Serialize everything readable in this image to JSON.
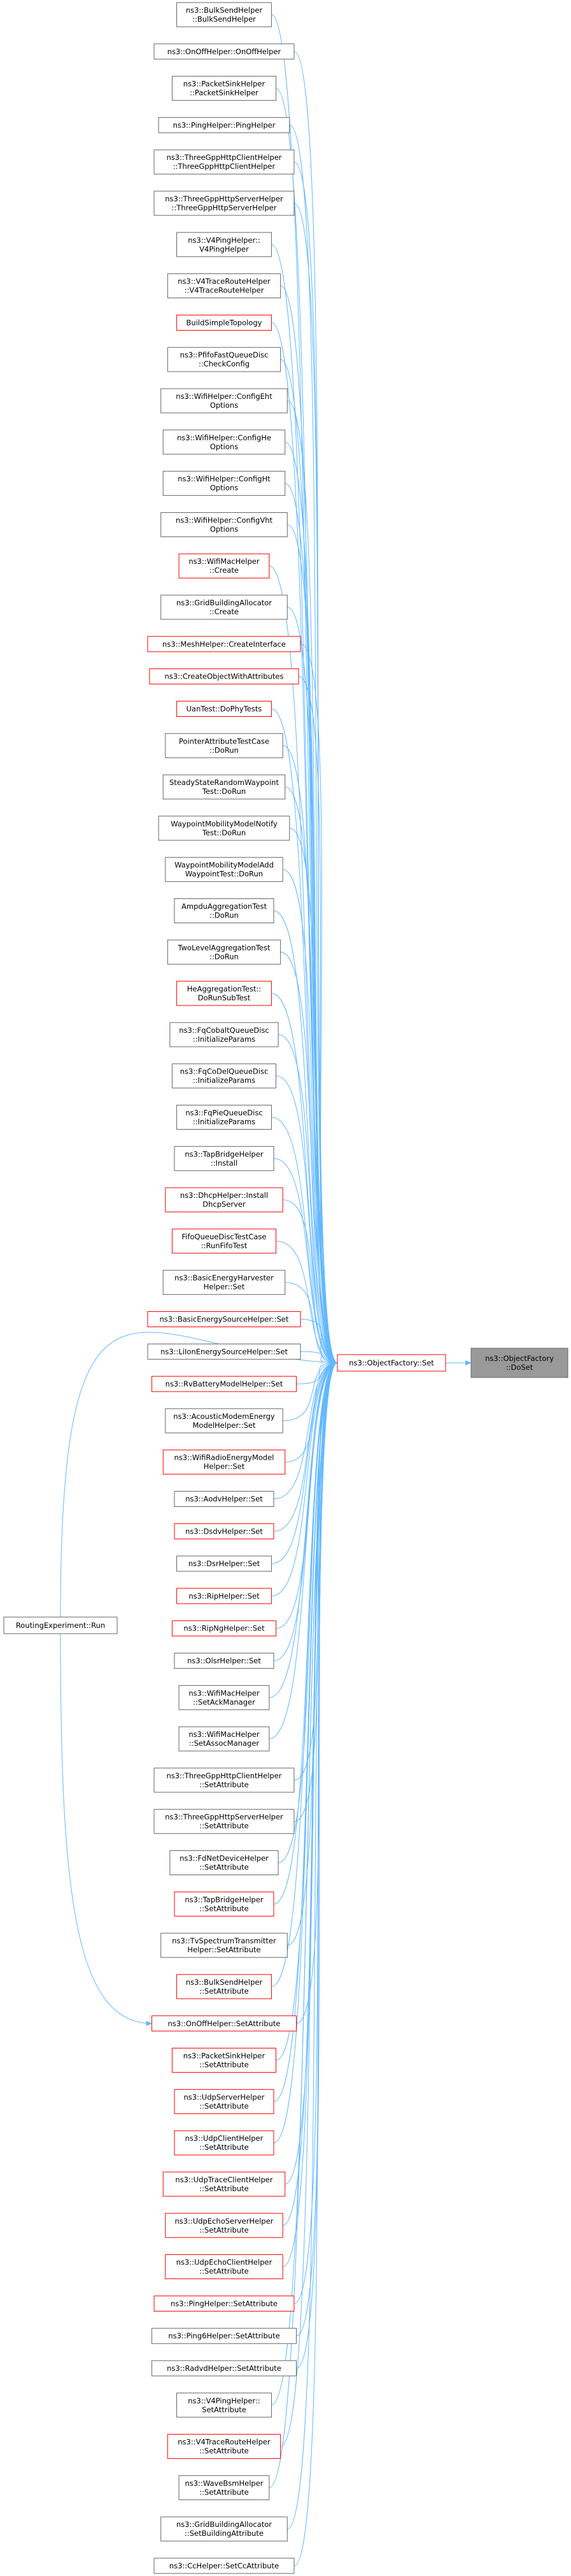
{
  "target": {
    "label": [
      "ns3::ObjectFactory",
      "::DoSet"
    ]
  },
  "hub": {
    "label": [
      "ns3::ObjectFactory::Set"
    ],
    "color": "red"
  },
  "routing": {
    "label": [
      "RoutingExperiment::Run"
    ]
  },
  "colors": {
    "edge": "#63b8ff",
    "red": "#ff0000",
    "black": "#666666",
    "target_fill": "#999999"
  },
  "callers": [
    {
      "lines": [
        "ns3::BulkSendHelper",
        "::BulkSendHelper"
      ],
      "color": "black"
    },
    {
      "lines": [
        "ns3::OnOffHelper::OnOffHelper"
      ],
      "color": "black"
    },
    {
      "lines": [
        "ns3::PacketSinkHelper",
        "::PacketSinkHelper"
      ],
      "color": "black"
    },
    {
      "lines": [
        "ns3::PingHelper::PingHelper"
      ],
      "color": "black"
    },
    {
      "lines": [
        "ns3::ThreeGppHttpClientHelper",
        "::ThreeGppHttpClientHelper"
      ],
      "color": "black"
    },
    {
      "lines": [
        "ns3::ThreeGppHttpServerHelper",
        "::ThreeGppHttpServerHelper"
      ],
      "color": "black"
    },
    {
      "lines": [
        "ns3::V4PingHelper::",
        "V4PingHelper"
      ],
      "color": "black"
    },
    {
      "lines": [
        "ns3::V4TraceRouteHelper",
        "::V4TraceRouteHelper"
      ],
      "color": "black"
    },
    {
      "lines": [
        "BuildSimpleTopology"
      ],
      "color": "red"
    },
    {
      "lines": [
        "ns3::PfifoFastQueueDisc",
        "::CheckConfig"
      ],
      "color": "black"
    },
    {
      "lines": [
        "ns3::WifiHelper::ConfigEht",
        "Options"
      ],
      "color": "black"
    },
    {
      "lines": [
        "ns3::WifiHelper::ConfigHe",
        "Options"
      ],
      "color": "black"
    },
    {
      "lines": [
        "ns3::WifiHelper::ConfigHt",
        "Options"
      ],
      "color": "black"
    },
    {
      "lines": [
        "ns3::WifiHelper::ConfigVht",
        "Options"
      ],
      "color": "black"
    },
    {
      "lines": [
        "ns3::WifiMacHelper",
        "::Create"
      ],
      "color": "red"
    },
    {
      "lines": [
        "ns3::GridBuildingAllocator",
        "::Create"
      ],
      "color": "black"
    },
    {
      "lines": [
        "ns3::MeshHelper::CreateInterface"
      ],
      "color": "red"
    },
    {
      "lines": [
        "ns3::CreateObjectWithAttributes"
      ],
      "color": "red"
    },
    {
      "lines": [
        "UanTest::DoPhyTests"
      ],
      "color": "red"
    },
    {
      "lines": [
        "PointerAttributeTestCase",
        "::DoRun"
      ],
      "color": "black"
    },
    {
      "lines": [
        "SteadyStateRandomWaypoint",
        "Test::DoRun"
      ],
      "color": "black"
    },
    {
      "lines": [
        "WaypointMobilityModelNotify",
        "Test::DoRun"
      ],
      "color": "black"
    },
    {
      "lines": [
        "WaypointMobilityModelAdd",
        "WaypointTest::DoRun"
      ],
      "color": "black"
    },
    {
      "lines": [
        "AmpduAggregationTest",
        "::DoRun"
      ],
      "color": "black"
    },
    {
      "lines": [
        "TwoLevelAggregationTest",
        "::DoRun"
      ],
      "color": "black"
    },
    {
      "lines": [
        "HeAggregationTest::",
        "DoRunSubTest"
      ],
      "color": "red"
    },
    {
      "lines": [
        "ns3::FqCobaltQueueDisc",
        "::InitializeParams"
      ],
      "color": "black"
    },
    {
      "lines": [
        "ns3::FqCoDelQueueDisc",
        "::InitializeParams"
      ],
      "color": "black"
    },
    {
      "lines": [
        "ns3::FqPieQueueDisc",
        "::InitializeParams"
      ],
      "color": "black"
    },
    {
      "lines": [
        "ns3::TapBridgeHelper",
        "::Install"
      ],
      "color": "black"
    },
    {
      "lines": [
        "ns3::DhcpHelper::Install",
        "DhcpServer"
      ],
      "color": "red"
    },
    {
      "lines": [
        "FifoQueueDiscTestCase",
        "::RunFifoTest"
      ],
      "color": "red"
    },
    {
      "lines": [
        "ns3::BasicEnergyHarvester",
        "Helper::Set"
      ],
      "color": "black"
    },
    {
      "lines": [
        "ns3::BasicEnergySourceHelper::Set"
      ],
      "color": "red"
    },
    {
      "lines": [
        "ns3::LiIonEnergySourceHelper::Set"
      ],
      "color": "black"
    },
    {
      "lines": [
        "ns3::RvBatteryModelHelper::Set"
      ],
      "color": "red"
    },
    {
      "lines": [
        "ns3::AcousticModemEnergy",
        "ModelHelper::Set"
      ],
      "color": "black"
    },
    {
      "lines": [
        "ns3::WifiRadioEnergyModel",
        "Helper::Set"
      ],
      "color": "red"
    },
    {
      "lines": [
        "ns3::AodvHelper::Set"
      ],
      "color": "black"
    },
    {
      "lines": [
        "ns3::DsdvHelper::Set"
      ],
      "color": "red"
    },
    {
      "lines": [
        "ns3::DsrHelper::Set"
      ],
      "color": "black"
    },
    {
      "lines": [
        "ns3::RipHelper::Set"
      ],
      "color": "red"
    },
    {
      "lines": [
        "ns3::RipNgHelper::Set"
      ],
      "color": "red"
    },
    {
      "lines": [
        "ns3::OlsrHelper::Set"
      ],
      "color": "black"
    },
    {
      "lines": [
        "ns3::WifiMacHelper",
        "::SetAckManager"
      ],
      "color": "black"
    },
    {
      "lines": [
        "ns3::WifiMacHelper",
        "::SetAssocManager"
      ],
      "color": "black"
    },
    {
      "lines": [
        "ns3::ThreeGppHttpClientHelper",
        "::SetAttribute"
      ],
      "color": "black"
    },
    {
      "lines": [
        "ns3::ThreeGppHttpServerHelper",
        "::SetAttribute"
      ],
      "color": "black"
    },
    {
      "lines": [
        "ns3::FdNetDeviceHelper",
        "::SetAttribute"
      ],
      "color": "black"
    },
    {
      "lines": [
        "ns3::TapBridgeHelper",
        "::SetAttribute"
      ],
      "color": "red"
    },
    {
      "lines": [
        "ns3::TvSpectrumTransmitter",
        "Helper::SetAttribute"
      ],
      "color": "black"
    },
    {
      "lines": [
        "ns3::BulkSendHelper",
        "::SetAttribute"
      ],
      "color": "red"
    },
    {
      "lines": [
        "ns3::OnOffHelper::SetAttribute"
      ],
      "color": "red"
    },
    {
      "lines": [
        "ns3::PacketSinkHelper",
        "::SetAttribute"
      ],
      "color": "red"
    },
    {
      "lines": [
        "ns3::UdpServerHelper",
        "::SetAttribute"
      ],
      "color": "red"
    },
    {
      "lines": [
        "ns3::UdpClientHelper",
        "::SetAttribute"
      ],
      "color": "red"
    },
    {
      "lines": [
        "ns3::UdpTraceClientHelper",
        "::SetAttribute"
      ],
      "color": "red"
    },
    {
      "lines": [
        "ns3::UdpEchoServerHelper",
        "::SetAttribute"
      ],
      "color": "red"
    },
    {
      "lines": [
        "ns3::UdpEchoClientHelper",
        "::SetAttribute"
      ],
      "color": "red"
    },
    {
      "lines": [
        "ns3::PingHelper::SetAttribute"
      ],
      "color": "red"
    },
    {
      "lines": [
        "ns3::Ping6Helper::SetAttribute"
      ],
      "color": "black"
    },
    {
      "lines": [
        "ns3::RadvdHelper::SetAttribute"
      ],
      "color": "black"
    },
    {
      "lines": [
        "ns3::V4PingHelper::",
        "SetAttribute"
      ],
      "color": "black"
    },
    {
      "lines": [
        "ns3::V4TraceRouteHelper",
        "::SetAttribute"
      ],
      "color": "red"
    },
    {
      "lines": [
        "ns3::WaveBsmHelper",
        "::SetAttribute"
      ],
      "color": "black"
    },
    {
      "lines": [
        "ns3::GridBuildingAllocator",
        "::SetBuildingAttribute"
      ],
      "color": "black"
    },
    {
      "lines": [
        "ns3::CcHelper::SetCcAttribute"
      ],
      "color": "black"
    }
  ]
}
